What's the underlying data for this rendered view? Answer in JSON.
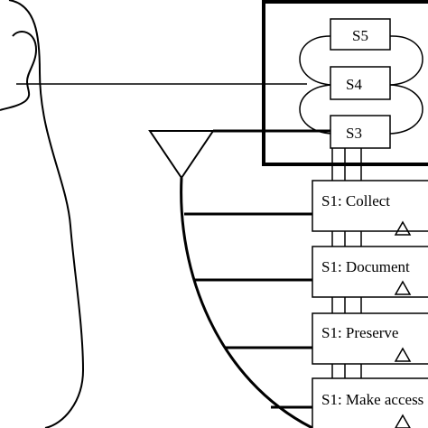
{
  "diagram": {
    "system_boxes": {
      "s5": "S5",
      "s4": "S4",
      "s3": "S3"
    },
    "operations": [
      {
        "label": "S1: Collect"
      },
      {
        "label": "S1: Document"
      },
      {
        "label": "S1: Preserve"
      },
      {
        "label": "S1: Make access"
      }
    ],
    "colors": {
      "stroke": "#000000",
      "background": "#ffffff"
    }
  }
}
